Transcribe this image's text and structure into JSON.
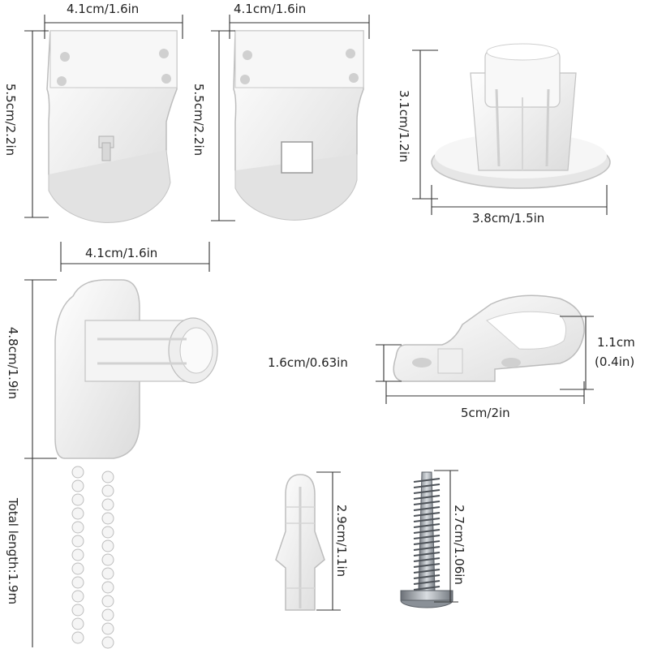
{
  "labels": {
    "bracket_a_width": "4.1cm/1.6in",
    "bracket_a_height": "5.5cm/2.2in",
    "bracket_b_width": "4.1cm/1.6in",
    "bracket_b_height": "5.5cm/2.2in",
    "end_plug_height": "3.1cm/1.2in",
    "end_plug_width": "3.8cm/1.5in",
    "clutch_width": "4.1cm/1.6in",
    "clutch_height": "4.8cm/1.9in",
    "chain_length": "Total length:1.9m",
    "clip_height_left": "1.6cm/0.63in",
    "clip_height_right": "1.1cm",
    "clip_height_right_in": "(0.4in)",
    "clip_width": "5cm/2in",
    "anchor_length": "2.9cm/1.1in",
    "screw_length": "2.7cm/1.06in"
  },
  "colors": {
    "part": "#f3f3f3",
    "part_shadow": "#d4d4d4",
    "outline": "#b8b8b8",
    "metal": "#9aa0a6",
    "metal_dark": "#5c6168",
    "dimension_line": "#333333",
    "text": "#222222"
  }
}
